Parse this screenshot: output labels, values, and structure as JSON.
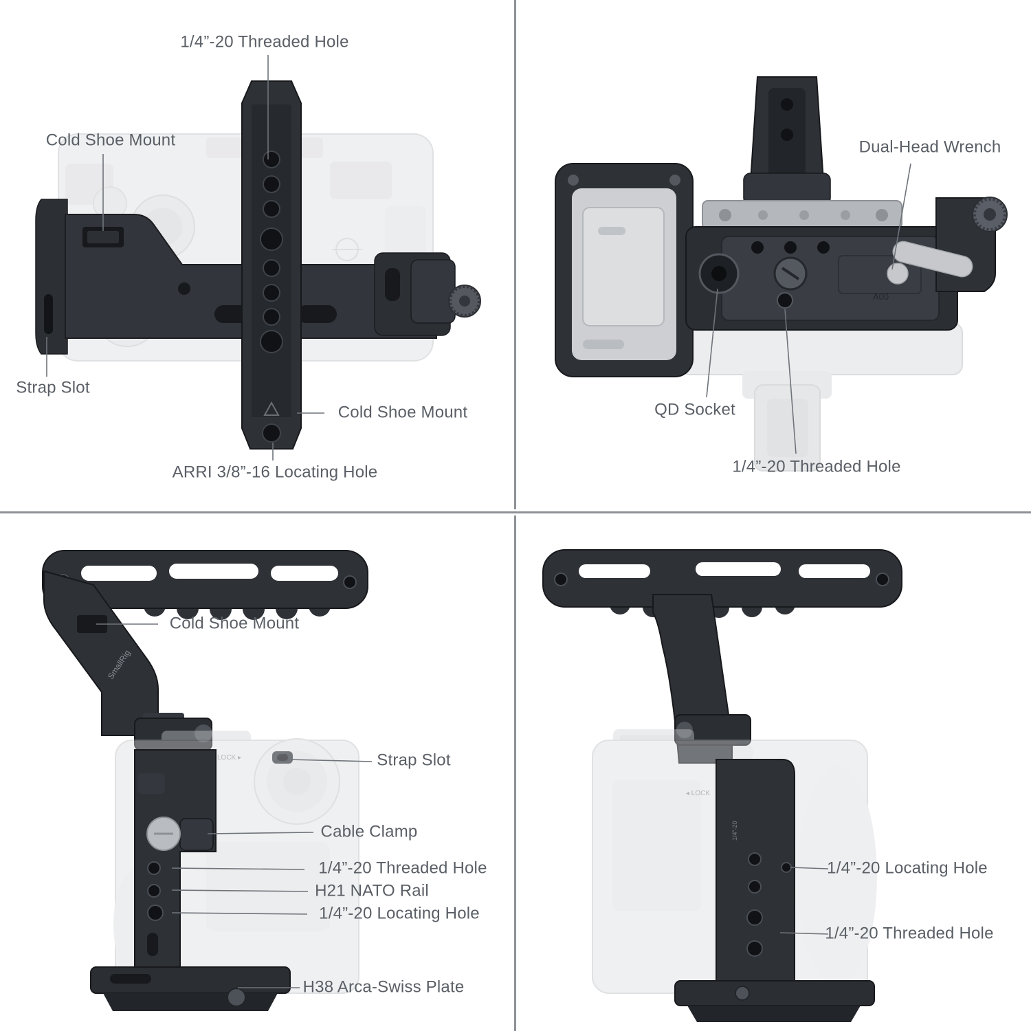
{
  "page": {
    "background": "#ffffff",
    "divider_color": "#8d9196",
    "label_color": "#5a5f66",
    "rig_dark_color": "#2e3136",
    "camera_faded_color": "#d9dbdd"
  },
  "views": {
    "top_left": {
      "labels": {
        "threaded_hole": "1/4”-20 Threaded Hole",
        "cold_shoe_top": "Cold Shoe Mount",
        "strap_slot": "Strap Slot",
        "cold_shoe_bottom": "Cold Shoe Mount",
        "arri_locating": "ARRI 3/8”-16 Locating Hole"
      }
    },
    "top_right": {
      "labels": {
        "dual_head_wrench": "Dual-Head Wrench",
        "qd_socket": "QD Socket",
        "threaded_hole": "1/4”-20 Threaded Hole"
      }
    },
    "bottom_left": {
      "labels": {
        "cold_shoe": "Cold Shoe Mount",
        "strap_slot": "Strap Slot",
        "cable_clamp": "Cable Clamp",
        "threaded_hole": "1/4”-20 Threaded Hole",
        "nato_rail": "H21 NATO Rail",
        "locating_hole": "1/4”-20 Locating Hole",
        "arca_plate": "H38 Arca-Swiss Plate"
      }
    },
    "bottom_right": {
      "labels": {
        "locating_hole": "1/4”-20 Locating Hole",
        "threaded_hole": "1/4”-20 Threaded Hole"
      }
    }
  },
  "engravings": {
    "smallrig": "SmallRig",
    "lock_fwd": "LOCK ▸",
    "lock_back": "◂ LOCK",
    "a00": "A00",
    "quarter": "1/4”-20"
  }
}
